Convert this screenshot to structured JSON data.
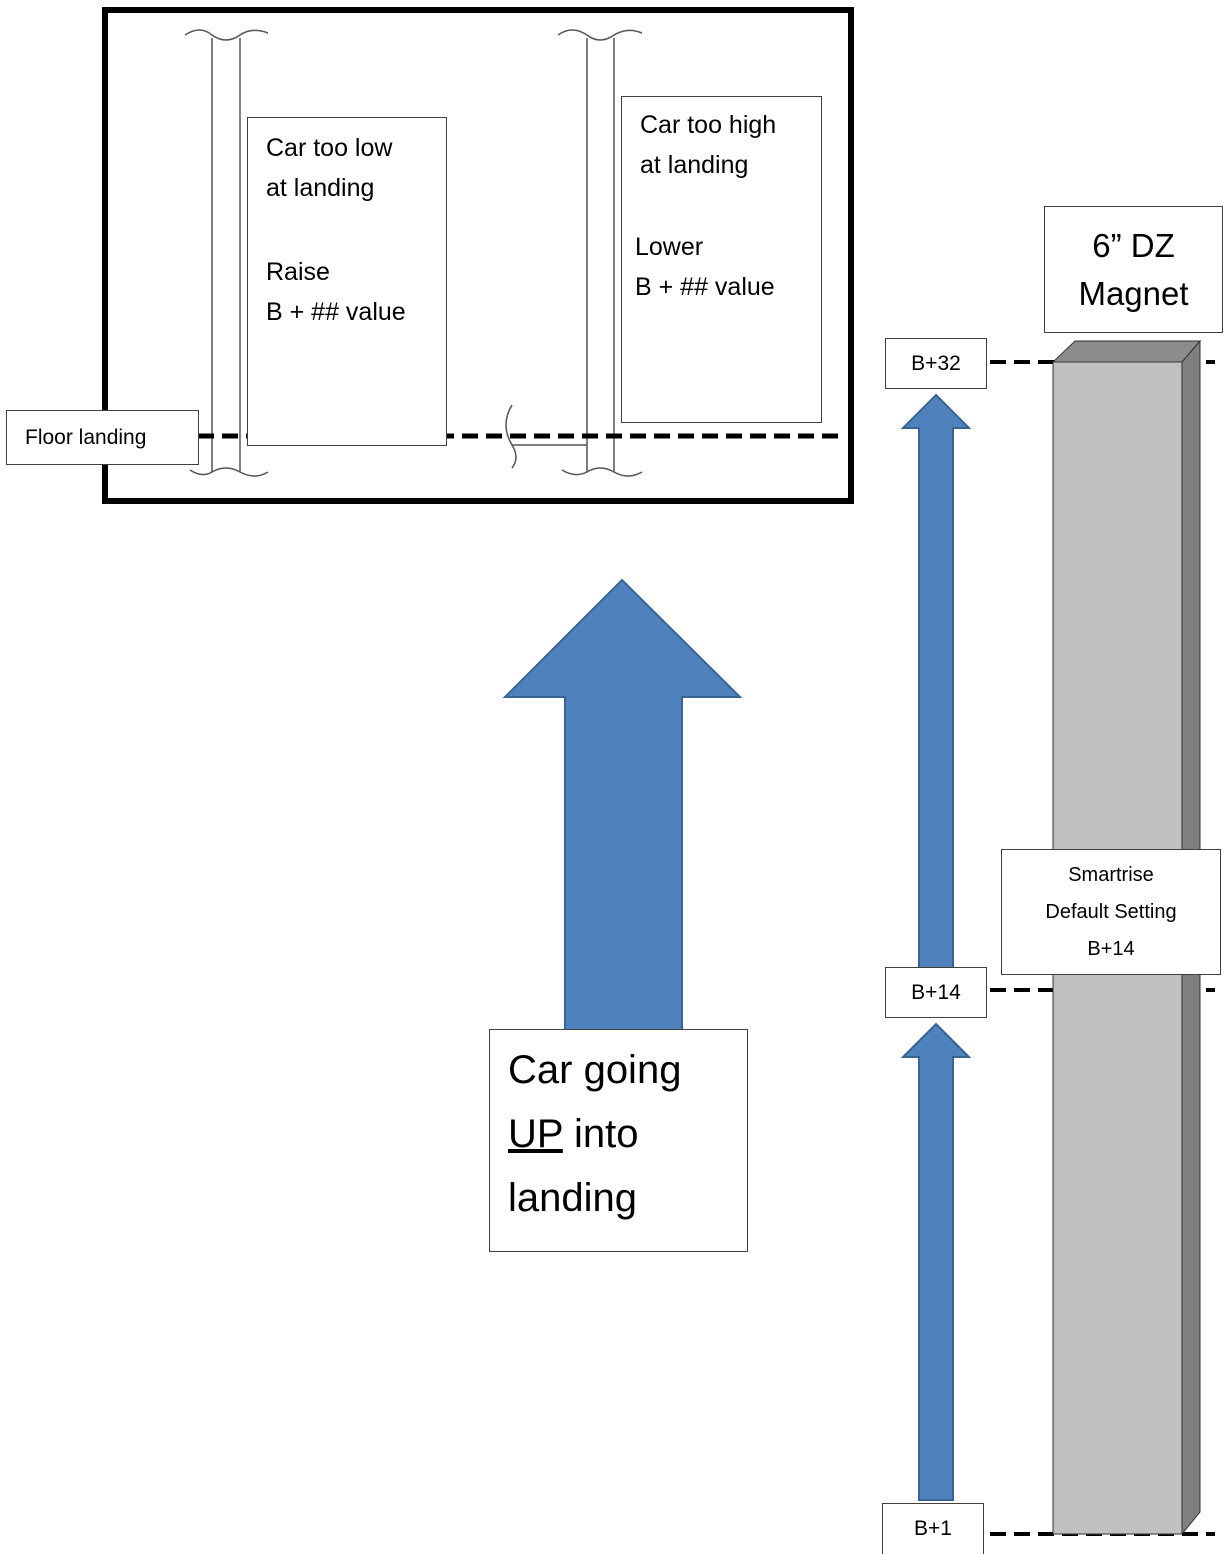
{
  "inset": {
    "floor_landing_label": "Floor landing",
    "low_note": {
      "line1": "Car too low",
      "line2": "at landing",
      "line3": "Raise",
      "line4": "B + ## value"
    },
    "high_note": {
      "line1": "Car too high",
      "line2": "at landing",
      "line3": "Lower",
      "line4": "B + ## value"
    }
  },
  "main_arrow_caption": {
    "line1": "Car going",
    "line2_underlined": "UP",
    "line2_rest": " into",
    "line3": "landing"
  },
  "magnet": {
    "line1": "6” DZ",
    "line2": "Magnet"
  },
  "markers": {
    "top": "B+32",
    "middle": "B+14",
    "bottom": "B+1"
  },
  "default_note": {
    "line1": "Smartrise",
    "line2": "Default Setting",
    "line3": "B+14"
  },
  "colors": {
    "arrow_fill": "#4f81bd",
    "arrow_stroke": "#3a6494",
    "magnet_front": "#c0c0c0",
    "magnet_side": "#7f7f7f",
    "magnet_top": "#8c8c8c"
  }
}
